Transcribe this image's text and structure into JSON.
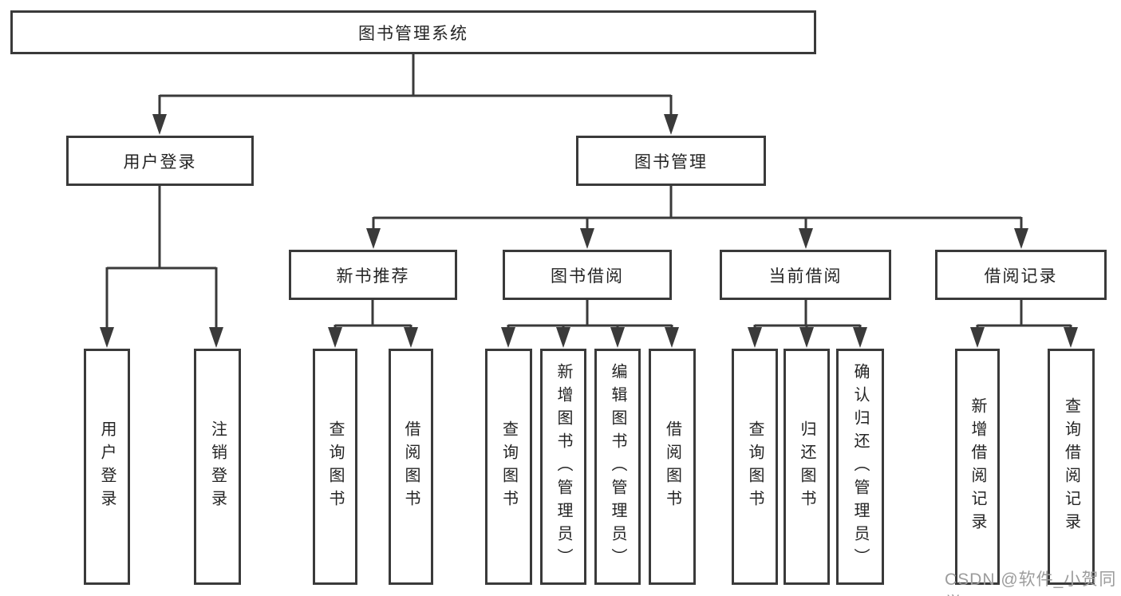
{
  "diagram_type": "hierarchy-tree",
  "tree": {
    "label": "图书管理系统",
    "children": [
      {
        "label": "用户登录",
        "children": [
          {
            "label": "用户登录"
          },
          {
            "label": "注销登录"
          }
        ]
      },
      {
        "label": "图书管理",
        "children": [
          {
            "label": "新书推荐",
            "children": [
              {
                "label": "查询图书"
              },
              {
                "label": "借阅图书"
              }
            ]
          },
          {
            "label": "图书借阅",
            "children": [
              {
                "label": "查询图书"
              },
              {
                "label": "新增图书（管理员）"
              },
              {
                "label": "编辑图书（管理员）"
              },
              {
                "label": "借阅图书"
              }
            ]
          },
          {
            "label": "当前借阅",
            "children": [
              {
                "label": "查询图书"
              },
              {
                "label": "归还图书"
              },
              {
                "label": "确认归还（管理员）"
              }
            ]
          },
          {
            "label": "借阅记录",
            "children": [
              {
                "label": "新增借阅记录"
              },
              {
                "label": "查询借阅记录"
              }
            ]
          }
        ]
      }
    ]
  },
  "watermark": {
    "text": "CSDN @软件_小贺同学",
    "color": "#9c9c9c"
  },
  "colors": {
    "line": "#3a3a3a",
    "box_border": "#3a3a3a",
    "text": "#242424",
    "background": "#ffffff"
  }
}
